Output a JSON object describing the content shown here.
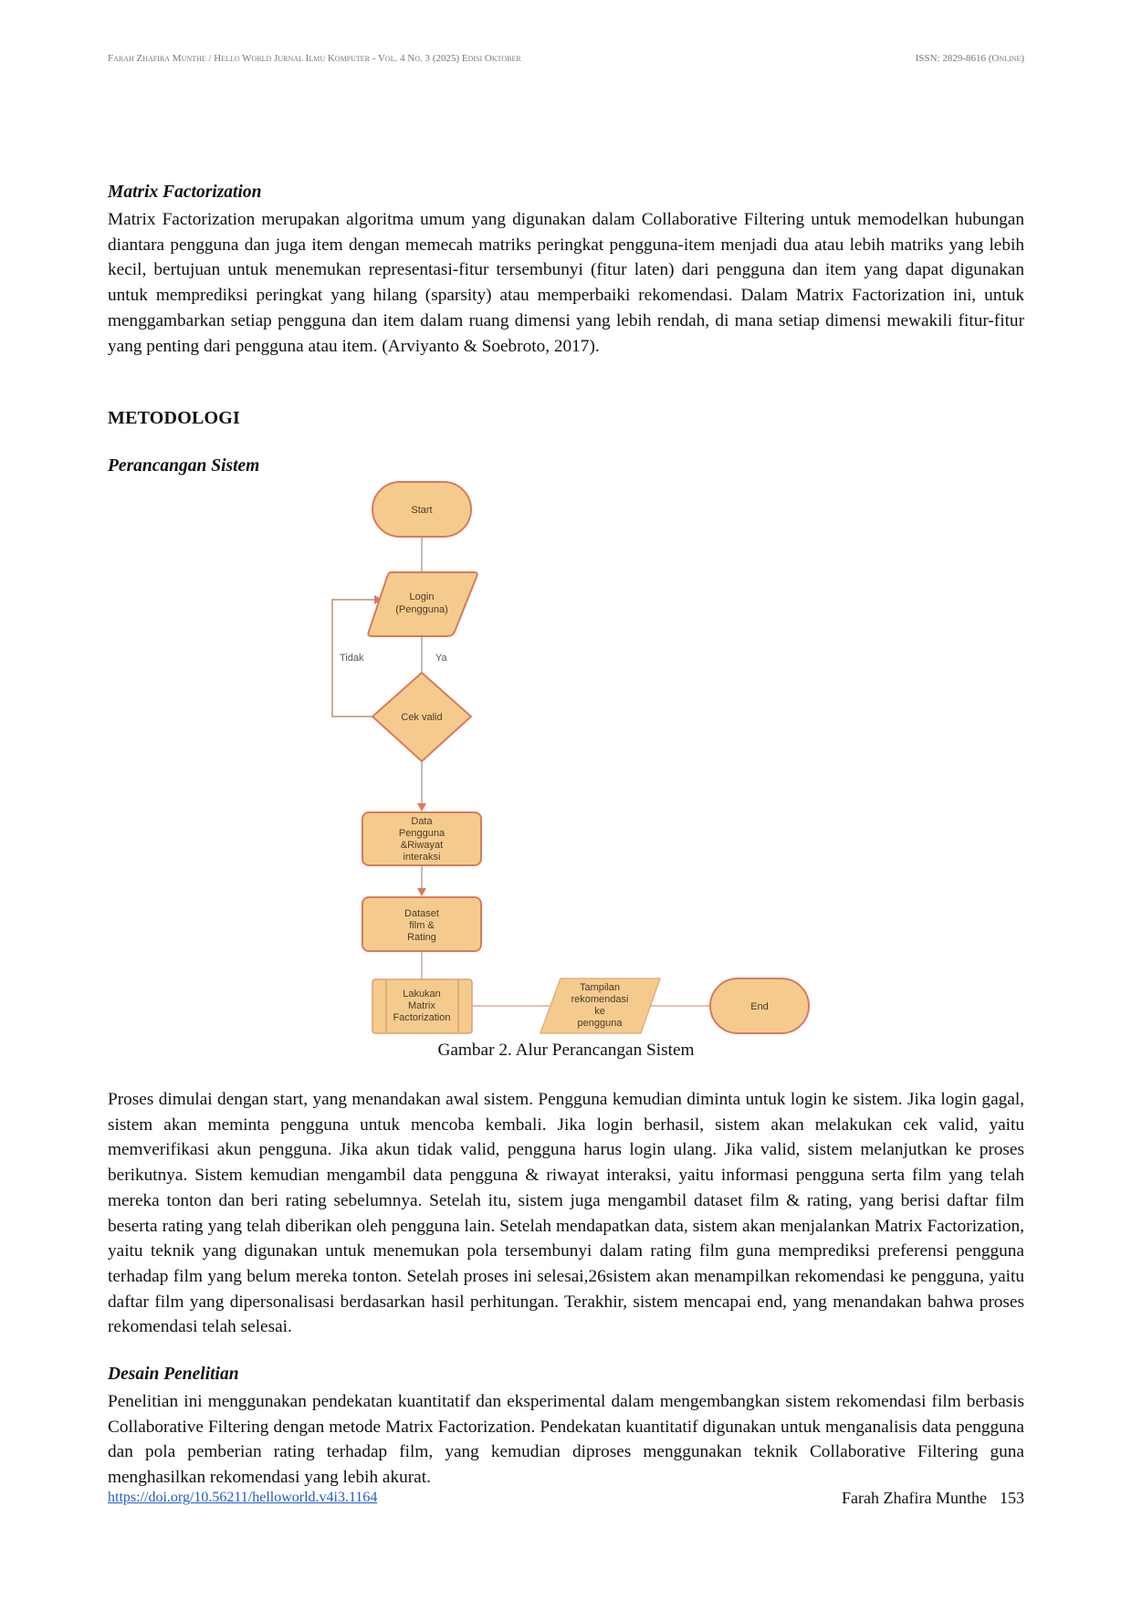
{
  "header": {
    "left": "Farah Zhafira Munthe / Hello World Jurnal Ilmu Komputer - Vol. 4 No. 3 (2025) Edisi Oktober",
    "right": "ISSN: 2829-8616 (Online)"
  },
  "section_mf": {
    "heading": "Matrix Factorization",
    "body": "Matrix Factorization merupakan algoritma umum yang digunakan dalam Collaborative Filtering untuk memodelkan hubungan diantara pengguna dan juga item dengan memecah matriks peringkat pengguna-item menjadi dua atau lebih matriks yang lebih kecil, bertujuan untuk menemukan representasi-fitur tersembunyi (fitur laten) dari pengguna dan item yang dapat digunakan untuk memprediksi peringkat yang hilang (sparsity) atau memperbaiki rekomendasi. Dalam Matrix Factorization ini, untuk menggambarkan setiap pengguna dan item dalam ruang dimensi yang lebih rendah, di mana setiap dimensi mewakili fitur-fitur yang penting dari pengguna atau item. (Arviyanto & Soebroto, 2017)."
  },
  "section_metodologi": {
    "heading": "METODOLOGI"
  },
  "section_perancangan": {
    "heading": "Perancangan Sistem",
    "figure": {
      "nodes": {
        "start": "Start",
        "login_line1": "Login",
        "login_line2": "(Pengguna)",
        "cek": "Cek valid",
        "data_line1": "Data",
        "data_line2": "Pengguna",
        "data_line3": "&Riwayat",
        "data_line4": "interaksi",
        "dataset_line1": "Dataset",
        "dataset_line2": "film &",
        "dataset_line3": "Rating",
        "mf_line1": "Lakukan",
        "mf_line2": "Matrix",
        "mf_line3": "Factorization",
        "tampil_line1": "Tampilan",
        "tampil_line2": "rekomendasi",
        "tampil_line3": "ke",
        "tampil_line4": "pengguna",
        "end": "End"
      },
      "edge_labels": {
        "no": "Tidak",
        "yes": "Ya"
      },
      "colors": {
        "fill": "#f5cb8d",
        "stroke": "#d97a5c",
        "connector": "#b0a6a6"
      },
      "caption": "Gambar 2. Alur Perancangan Sistem"
    },
    "body": "Proses dimulai dengan start, yang menandakan awal sistem. Pengguna kemudian diminta untuk login ke sistem. Jika login gagal, sistem akan meminta pengguna untuk mencoba kembali. Jika login berhasil, sistem akan melakukan cek valid, yaitu memverifikasi akun pengguna. Jika akun tidak valid, pengguna harus login ulang. Jika valid, sistem melanjutkan ke proses berikutnya. Sistem kemudian mengambil data pengguna & riwayat interaksi, yaitu informasi pengguna serta film yang telah mereka tonton dan beri rating sebelumnya. Setelah itu, sistem juga mengambil dataset film & rating, yang berisi daftar film beserta rating yang telah diberikan oleh pengguna lain. Setelah mendapatkan data, sistem akan menjalankan Matrix Factorization, yaitu teknik yang digunakan untuk menemukan pola tersembunyi dalam rating film guna memprediksi preferensi pengguna terhadap film yang belum mereka tonton. Setelah proses ini selesai,26sistem akan menampilkan rekomendasi ke pengguna, yaitu daftar film yang dipersonalisasi berdasarkan hasil perhitungan. Terakhir, sistem mencapai end, yang menandakan bahwa proses rekomendasi telah selesai."
  },
  "section_desain": {
    "heading": "Desain Penelitian",
    "body": "Penelitian ini menggunakan pendekatan kuantitatif dan eksperimental dalam mengembangkan sistem rekomendasi film berbasis Collaborative Filtering dengan metode Matrix Factorization. Pendekatan kuantitatif digunakan untuk menganalisis data pengguna dan pola pemberian rating terhadap film, yang kemudian diproses menggunakan teknik Collaborative Filtering guna menghasilkan rekomendasi yang lebih akurat."
  },
  "footer": {
    "doi": "https://doi.org/10.56211/helloworld.v4i3.1164",
    "author": "Farah Zhafira Munthe",
    "page": "153"
  }
}
